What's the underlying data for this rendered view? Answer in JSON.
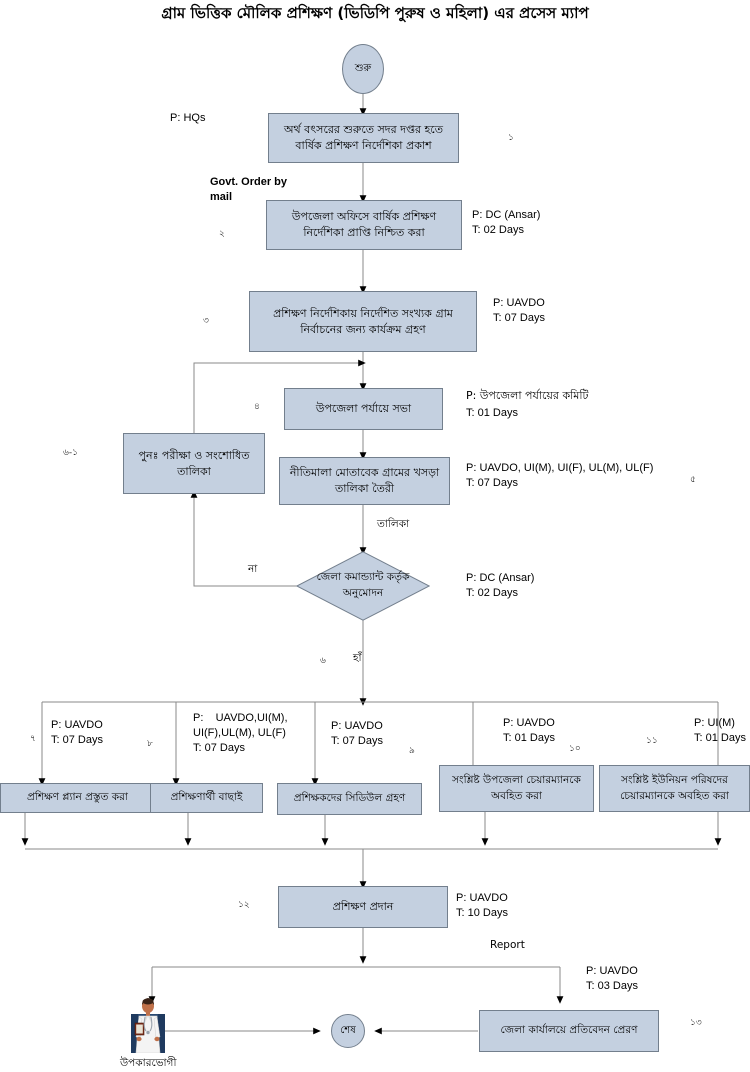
{
  "title": "গ্রাম ভিত্তিক মৌলিক প্রশিক্ষণ (ভিডিপি পুরুষ ও মহিলা) এর প্রসেস ম্যাপ",
  "colors": {
    "node_fill": "#c4d0e0",
    "node_border": "#737f8d",
    "connector": "#808080",
    "actor_base": "#1f3a5f",
    "page_bg": "#ffffff"
  },
  "nodes": {
    "start": {
      "label": "শুরু"
    },
    "n1": {
      "label": "অর্থ বৎসরের শুরুতে সদর দপ্তর হতে বার্ষিক প্রশিক্ষণ নির্দেশিকা প্রকাশ"
    },
    "n2": {
      "label": "উপজেলা অফিসে বার্ষিক প্রশিক্ষণ নির্দেশিকা প্রাপ্তি নিশ্চিত করা"
    },
    "n3": {
      "label": "প্রশিক্ষণ নির্দেশিকায় নির্দেশিত সংখ্যক গ্রাম নির্বাচনের জন্য কার্যক্রম গ্রহণ"
    },
    "n4": {
      "label": "উপজেলা পর্যায়ে  সভা"
    },
    "n5": {
      "label": "নীতিমালা মোতাবেক গ্রামের খসড়া তালিকা তৈরী"
    },
    "n6": {
      "label": "জেলা কমান্ড্যান্ট কর্তৃক অনুমোদন"
    },
    "n6a": {
      "label": "পুনঃ পরীক্ষা ও সংশোধিত তালিকা"
    },
    "n7": {
      "label": "প্রশিক্ষণ প্ল্যান প্রস্তুত করা"
    },
    "n8": {
      "label": "প্রশিক্ষণার্থী বাছাই"
    },
    "n9": {
      "label": "প্রশিক্ষকদের সিডিউল গ্রহণ"
    },
    "n10": {
      "label": "সংশ্লিষ্ট উপজেলা চেয়ারম্যানকে অবহিত করা"
    },
    "n11": {
      "label": "সংশ্লিষ্ট ইউনিয়ন পরিষদের চেয়ারম্যানকে অবহিত করা"
    },
    "n12": {
      "label": "প্রশিক্ষণ প্রদান"
    },
    "n13": {
      "label": "জেলা কার্যালয়ে প্রতিবেদন প্রেরণ"
    },
    "end": {
      "label": "শেষ"
    },
    "actor": {
      "label": "উপকারভোগী"
    }
  },
  "annotations": {
    "a_hq": "P: HQs",
    "a_govt_order": "Govt. Order by\nmail",
    "a2": "P: DC (Ansar)\nT: 02 Days",
    "a3": "P: UAVDO\nT: 07 Days",
    "a4_p": "P: উপজেলা পর্যায়ের কমিটি",
    "a4_t": "T: 01 Days",
    "a5": "P: UAVDO, UI(M), UI(F), UL(M), UL(F)\nT: 07 Days",
    "a6": "P: DC (Ansar)\nT: 02 Days",
    "a7": "P: UAVDO\nT: 07 Days",
    "a8": "P:    UAVDO,UI(M),\nUI(F),UL(M), UL(F)\nT: 07 Days",
    "a9": "P: UAVDO\nT: 07 Days",
    "a10": "P: UAVDO\nT: 01 Days",
    "a11": "P: UI(M)\nT: 01 Days",
    "a12": "P: UAVDO\nT: 10 Days",
    "a13": "P: UAVDO\nT: 03 Days"
  },
  "edge_labels": {
    "talika": "তালিকা",
    "na": "না",
    "han": "হাঁ",
    "report": "Report"
  },
  "step_numbers": {
    "s1": "১",
    "s2": "২",
    "s3": "৩",
    "s4": "৪",
    "s5": "৫",
    "s6": "৬",
    "s6a": "৬-১",
    "s7": "৭",
    "s8": "৮",
    "s9": "৯",
    "s10": "১০",
    "s11": "১১",
    "s12": "১২",
    "s13": "১৩"
  }
}
